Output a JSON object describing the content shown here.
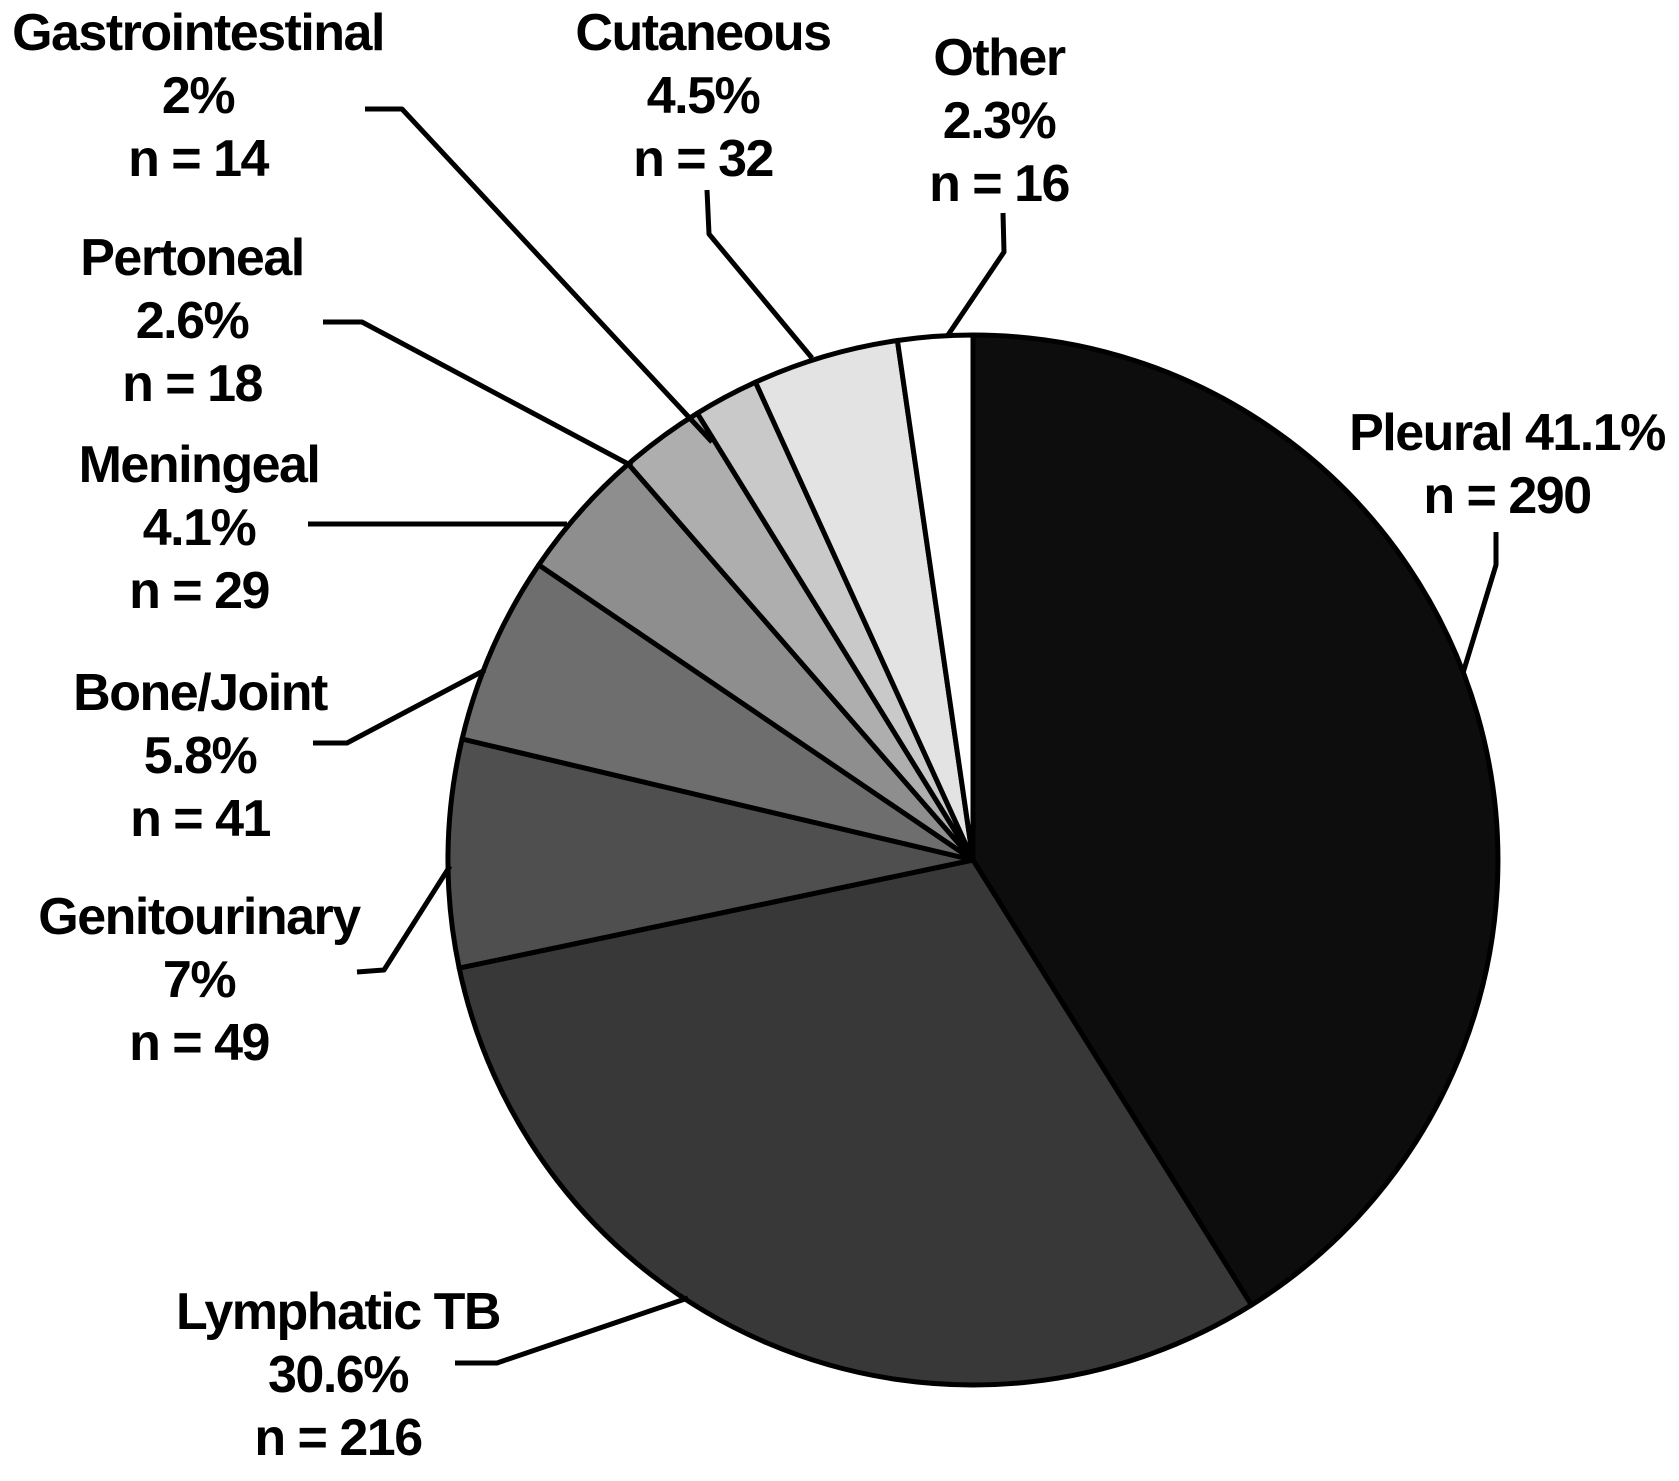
{
  "chart_data": {
    "type": "pie",
    "title": "",
    "legend": "none",
    "label_style": "outside-callouts-with-leader-lines",
    "start_angle": "12 o'clock",
    "direction": "clockwise",
    "background_color": "#ffffff",
    "outline_color": "#000000",
    "slices": [
      {
        "id": "pleural",
        "label": "Pleural",
        "pct": 41.1,
        "n": 290,
        "color": "#0d0d0d",
        "callout_lines": [
          "Pleural 41.1%",
          "n = 290"
        ]
      },
      {
        "id": "lymphatic_tb",
        "label": "Lymphatic TB",
        "pct": 30.6,
        "n": 216,
        "color": "#383838",
        "callout_lines": [
          "Lymphatic TB",
          "30.6%",
          "n = 216"
        ]
      },
      {
        "id": "genitourinary",
        "label": "Genitourinary",
        "pct": 7,
        "n": 49,
        "color": "#4f4f4f",
        "callout_lines": [
          "Genitourinary",
          "7%",
          "n = 49"
        ]
      },
      {
        "id": "bone_joint",
        "label": "Bone/Joint",
        "pct": 5.8,
        "n": 41,
        "color": "#6e6e6e",
        "callout_lines": [
          "Bone/Joint",
          "5.8%",
          "n = 41"
        ]
      },
      {
        "id": "meningeal",
        "label": "Meningeal",
        "pct": 4.1,
        "n": 29,
        "color": "#8e8e8e",
        "callout_lines": [
          "Meningeal",
          "4.1%",
          "n = 29"
        ]
      },
      {
        "id": "pertoneal",
        "label": "Pertoneal",
        "pct": 2.6,
        "n": 18,
        "color": "#aeaeae",
        "callout_lines": [
          "Pertoneal",
          "2.6%",
          "n = 18"
        ]
      },
      {
        "id": "gastrointestinal",
        "label": "Gastrointestinal",
        "pct": 2,
        "n": 14,
        "color": "#c9c9c9",
        "callout_lines": [
          "Gastrointestinal",
          "2%",
          "n = 14"
        ]
      },
      {
        "id": "cutaneous",
        "label": "Cutaneous",
        "pct": 4.5,
        "n": 32,
        "color": "#e3e3e3",
        "callout_lines": [
          "Cutaneous",
          "4.5%",
          "n = 32"
        ]
      },
      {
        "id": "other",
        "label": "Other",
        "pct": 2.3,
        "n": 16,
        "color": "#ffffff",
        "callout_lines": [
          "Other",
          "2.3%",
          "n = 16"
        ]
      }
    ]
  }
}
